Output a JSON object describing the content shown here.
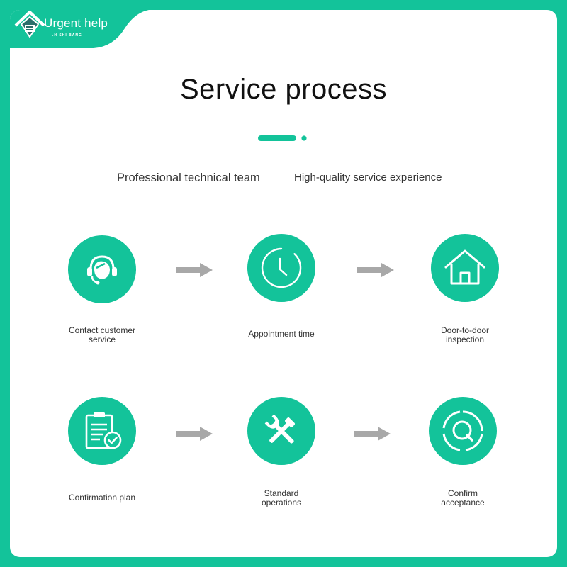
{
  "brand": {
    "name": "Urgent help",
    "sub": ".H     SHI   BANG"
  },
  "title": "Service process",
  "taglines": [
    "Professional technical team",
    "High-quality service experience"
  ],
  "steps": [
    {
      "label": "Contact customer\nservice",
      "icon": "headset-agent-icon"
    },
    {
      "label": "Appointment time",
      "icon": "clock-icon"
    },
    {
      "label": "Door-to-door\ninspection",
      "icon": "house-icon"
    },
    {
      "label": "Confirmation plan",
      "icon": "clipboard-check-icon"
    },
    {
      "label": "Standard\noperations",
      "icon": "tools-icon"
    },
    {
      "label": "Confirm\nacceptance",
      "icon": "magnifier-target-icon"
    }
  ],
  "colors": {
    "accent": "#13c39a",
    "arrow": "#a8a8a8",
    "title": "#111111",
    "text": "#333333",
    "background": "#ffffff"
  }
}
